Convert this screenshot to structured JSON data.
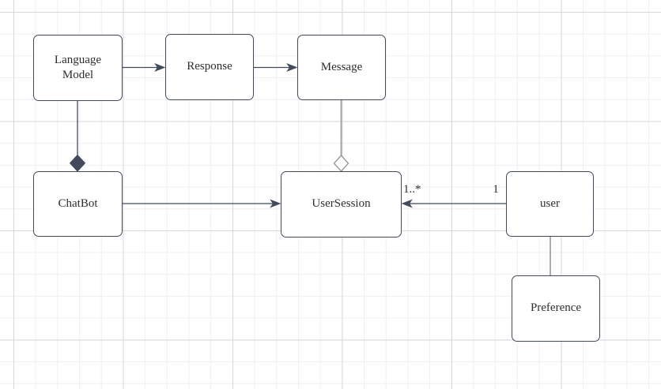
{
  "diagram": {
    "kind": "uml-class-diagram-canvas",
    "nodes": {
      "language_model": {
        "label": "Language Model"
      },
      "response": {
        "label": "Response"
      },
      "message": {
        "label": "Message"
      },
      "chatbot": {
        "label": "ChatBot"
      },
      "user_session": {
        "label": "UserSession"
      },
      "user": {
        "label": "user"
      },
      "preference": {
        "label": "Preference"
      }
    },
    "relationships": [
      {
        "from": "Language Model",
        "to": "Response",
        "kind": "directed-arrow"
      },
      {
        "from": "Response",
        "to": "Message",
        "kind": "directed-arrow"
      },
      {
        "from": "Language Model",
        "to": "ChatBot",
        "kind": "composition",
        "diamond_at": "ChatBot"
      },
      {
        "from": "Message",
        "to": "UserSession",
        "kind": "aggregation",
        "diamond_at": "UserSession"
      },
      {
        "from": "ChatBot",
        "to": "UserSession",
        "kind": "directed-arrow"
      },
      {
        "from": "user",
        "to": "UserSession",
        "kind": "directed-arrow",
        "source_multiplicity": "1",
        "target_multiplicity": "1..*"
      },
      {
        "from": "user",
        "to": "Preference",
        "kind": "plain-line"
      }
    ],
    "colors": {
      "canvas_bg": "#ffffff",
      "grid_minor": "#f0f0f0",
      "grid_major": "#d8d8d8",
      "node_border": "#424a5b",
      "node_fill": "#ffffff",
      "edge_dark": "#424a5b",
      "edge_light": "#999999",
      "text": "#2d2d2d"
    }
  }
}
